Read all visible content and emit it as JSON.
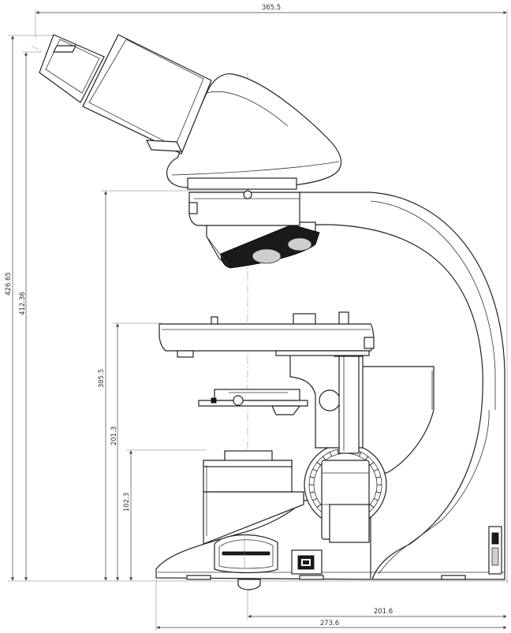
{
  "dimensions": {
    "overall_width": "365.5",
    "overall_height": "426.65",
    "eyepiece_height": "412.36",
    "arm_height": "305.5",
    "stage_height": "201.3",
    "base_height": "102.3",
    "optical_axis_to_rear": "201.6",
    "base_depth": "273.6"
  },
  "icons": [
    "power-switch-icon"
  ],
  "colors": {
    "line": "#222222",
    "background": "#ffffff"
  }
}
